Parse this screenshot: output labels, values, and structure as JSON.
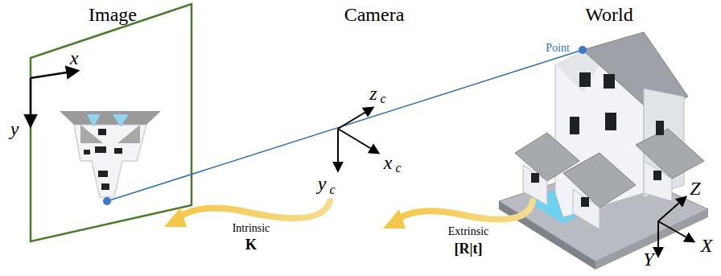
{
  "diagram": {
    "labels": [
      "Image",
      "Camera",
      "World",
      "Point",
      "x",
      "y",
      "z",
      "c",
      "x",
      "c",
      "y",
      "c",
      "Z",
      "X",
      "Y",
      "Intrinsic",
      "K",
      "Extrinsic",
      "[R|t]"
    ]
  }
}
